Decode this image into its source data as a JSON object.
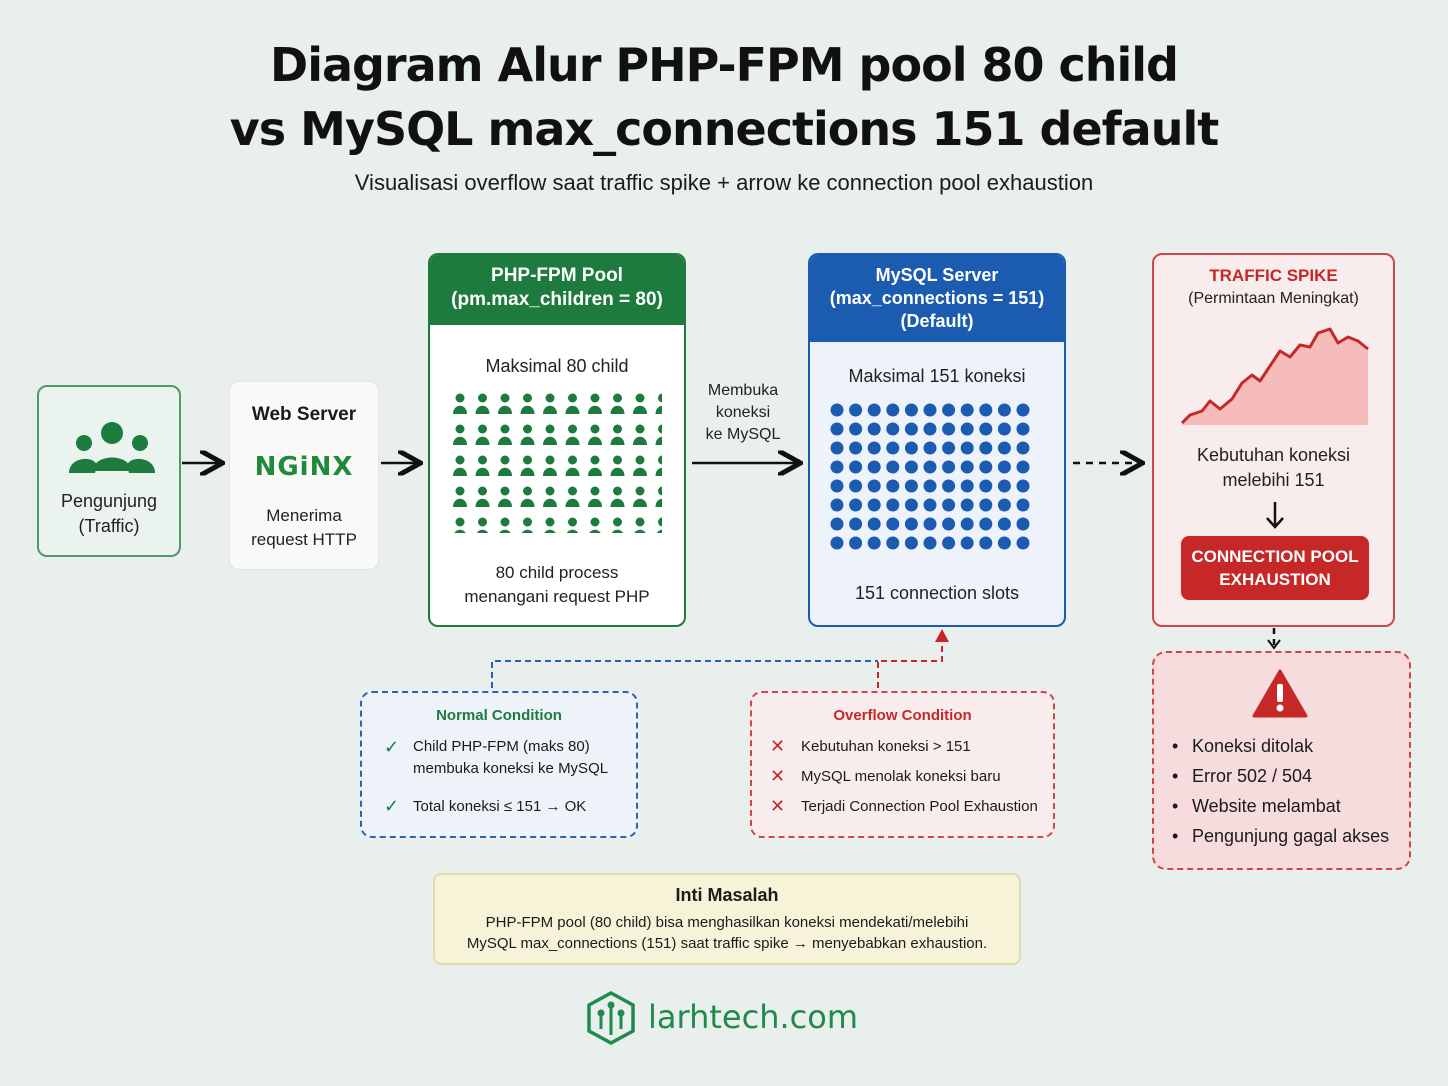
{
  "title_line1": "Diagram Alur PHP-FPM pool 80 child",
  "title_line2": "vs MySQL max_connections 151 default",
  "subtitle": "Visualisasi overflow saat traffic spike + arrow ke connection pool exhaustion",
  "visitor": {
    "label_line1": "Pengunjung",
    "label_line2": "(Traffic)",
    "icon": "users-icon"
  },
  "web_server": {
    "title": "Web Server",
    "logo_text": "NGiNX",
    "desc_line1": "Menerima",
    "desc_line2": "request HTTP"
  },
  "php_fpm": {
    "head_line1": "PHP-FPM Pool",
    "head_line2": "(pm.max_children = 80)",
    "maks": "Maksimal 80 child",
    "child_count": 50,
    "foot_line1": "80 child process",
    "foot_line2": "menangani request PHP",
    "color": "#1e7b3e"
  },
  "arrow_label": {
    "line1": "Membuka",
    "line2": "koneksi",
    "line3": "ke MySQL"
  },
  "mysql": {
    "head_line1": "MySQL Server",
    "head_line2": "(max_connections = 151)",
    "head_line3": "(Default)",
    "maks": "Maksimal 151 koneksi",
    "slot_count": 88,
    "foot": "151 connection slots",
    "color": "#1b5cb0"
  },
  "spike": {
    "title": "TRAFFIC SPIKE",
    "sub": "(Permintaan Meningkat)",
    "need_line1": "Kebutuhan koneksi",
    "need_line2": "melebihi 151",
    "exhaust_line1": "CONNECTION POOL",
    "exhaust_line2": "EXHAUSTION",
    "color": "#c62828"
  },
  "result": {
    "icon": "warning-icon",
    "items": [
      "Koneksi ditolak",
      "Error 502 / 504",
      "Website melambat",
      "Pengunjung gagal akses"
    ]
  },
  "normal": {
    "title": "Normal Condition",
    "item1_line1": "Child PHP-FPM (maks 80)",
    "item1_line2": "membuka koneksi ke MySQL",
    "item2": "Total koneksi ≤ 151 → OK"
  },
  "overflow": {
    "title": "Overflow Condition",
    "items": [
      "Kebutuhan koneksi > 151",
      "MySQL menolak koneksi baru",
      "Terjadi Connection Pool Exhaustion"
    ]
  },
  "inti": {
    "title": "Inti Masalah",
    "line1": "PHP-FPM pool (80 child) bisa menghasilkan koneksi mendekati/melebihi",
    "line2": "MySQL max_connections (151) saat traffic spike → menyebabkan exhaustion."
  },
  "brand": "larhtech.com"
}
